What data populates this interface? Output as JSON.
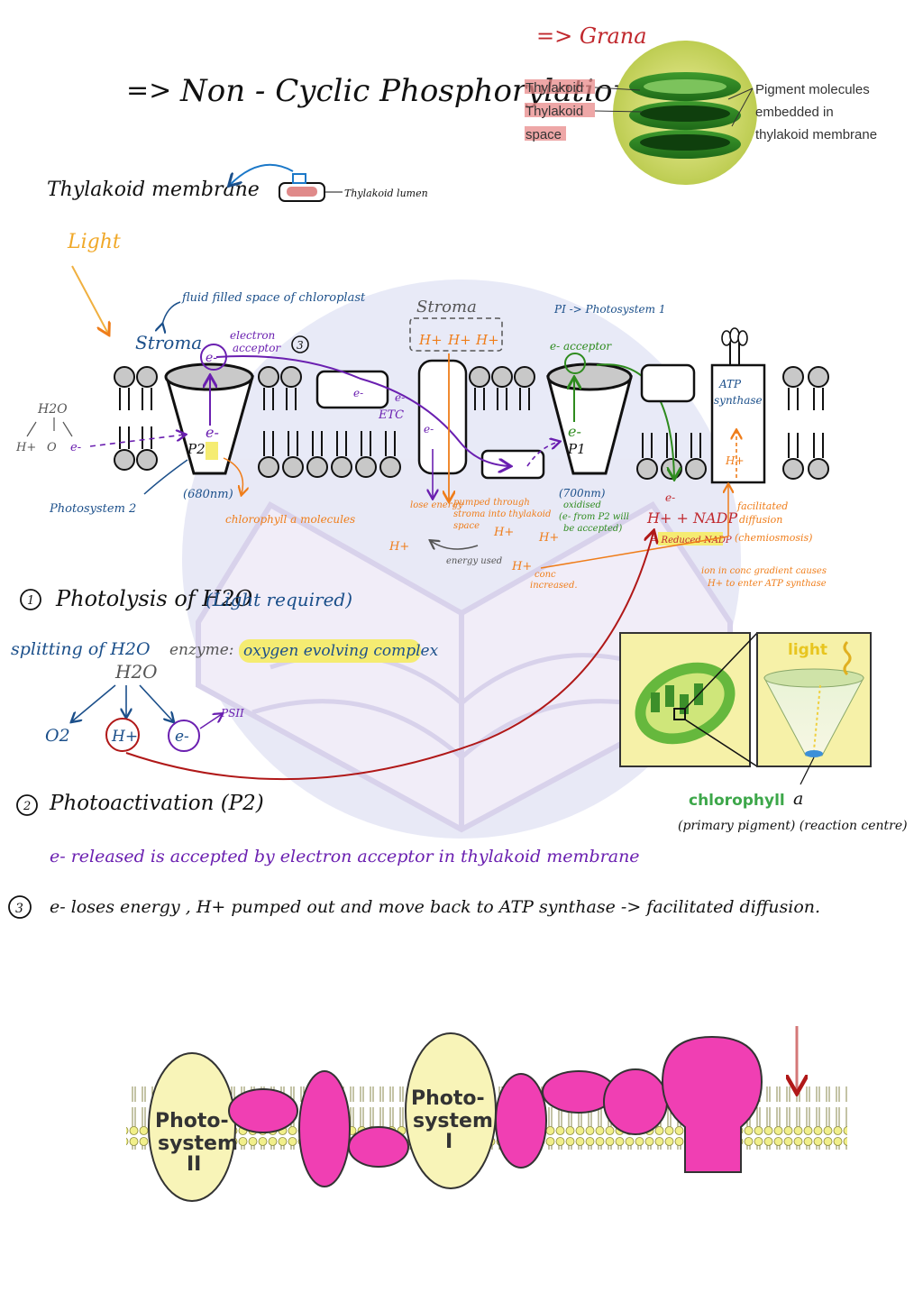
{
  "page": {
    "title_arrow": "=>",
    "title": "Non - Cyclic Phosphorylation",
    "grana_heading": "=> Grana"
  },
  "grana": {
    "label_thylakoid": "Thylakoid",
    "label_thylakoid_space_1": "Thylakoid",
    "label_thylakoid_space_2": "space",
    "pigment_1": "Pigment molecules",
    "pigment_2": "embedded in",
    "pigment_3": "thylakoid membrane"
  },
  "thylakoid": {
    "membrane_label": "Thylakoid membrane",
    "lumen_label": "Thylakoid lumen",
    "light": "Light"
  },
  "diagram": {
    "fluid_note": "fluid filled space of chloroplast",
    "stroma_left": "Stroma",
    "stroma_mid": "Stroma",
    "h_plus_1": "H+",
    "h_plus_2": "H+",
    "h_plus_3": "H+",
    "electron_acceptor_1": "electron",
    "electron_acceptor_2": "acceptor",
    "step3_marker": "3",
    "e_minus": "e-",
    "etc": "ETC",
    "p2": "P2",
    "p1": "P1",
    "wavelength_680": "(680nm)",
    "wavelength_700": "(700nm)",
    "chlorophyll_note": "chlorophyll a molecules",
    "photosystem2": "Photosystem 2",
    "pi_note": "PI -> Photosystem 1",
    "e_acceptor_pi": "e- acceptor",
    "oxidised_1": "oxidised",
    "oxidised_2": "(e- from P2 will",
    "oxidised_3": "be accepted)",
    "nadp": "H+ + NADP",
    "reduced_nadp": "= Reduced NADP",
    "atp_synthase_1": "ATP",
    "atp_synthase_2": "synthase",
    "lose_energy": "lose energy",
    "pumped_1": "pumped through",
    "pumped_2": "stroma into thylakoid",
    "pumped_3": "space",
    "energy_used": "energy used",
    "conc_increased_1": "conc",
    "conc_increased_2": "increased.",
    "facilitated_1": "facilitated",
    "facilitated_2": "diffusion",
    "facilitated_3": "(chemiosmosis)",
    "conc_gradient_1": "ion in conc gradient causes",
    "conc_gradient_2": "H+ to enter ATP synthase",
    "water_formula": "H2O",
    "water_h": "H+",
    "water_o": "O",
    "water_e": "e-"
  },
  "notes": {
    "step1_num": "1",
    "step1_title": "Photolysis of H2O",
    "step1_light": "(Light required)",
    "splitting": "splitting of H2O",
    "enzyme_label": "enzyme:",
    "enzyme_name": "oxygen evolving complex",
    "h2o": "H2O",
    "o2": "O2",
    "h_plus": "H+",
    "e_minus": "e-",
    "psii": "PSII",
    "step2_num": "2",
    "step2_title": "Photoactivation (P2)",
    "step2_text": "e- released is accepted by electron acceptor in thylakoid membrane",
    "step3_num": "3",
    "step3_text": "e- loses energy , H+ pumped out and move back to ATP synthase -> facilitated diffusion."
  },
  "inset": {
    "light": "light",
    "chlorophyll": "chlorophyll",
    "chlorophyll_a": "a",
    "primary": "(primary pigment) (reaction centre)"
  },
  "bottom": {
    "ps2_1": "Photo-",
    "ps2_2": "system",
    "ps2_3": "II",
    "ps1_1": "Photo-",
    "ps1_2": "system",
    "ps1_3": "I"
  },
  "colors": {
    "ink": "#111111",
    "blue": "#1b4f8a",
    "purple": "#6a1fb0",
    "orange": "#ef7d1a",
    "green": "#2e8b1e",
    "red": "#b01818",
    "dark_red": "#c0282d",
    "highlight": "#f5ec72",
    "pink": "#f03fb3",
    "cream": "#f8f4b8",
    "watermark": "#c9cbe9"
  }
}
